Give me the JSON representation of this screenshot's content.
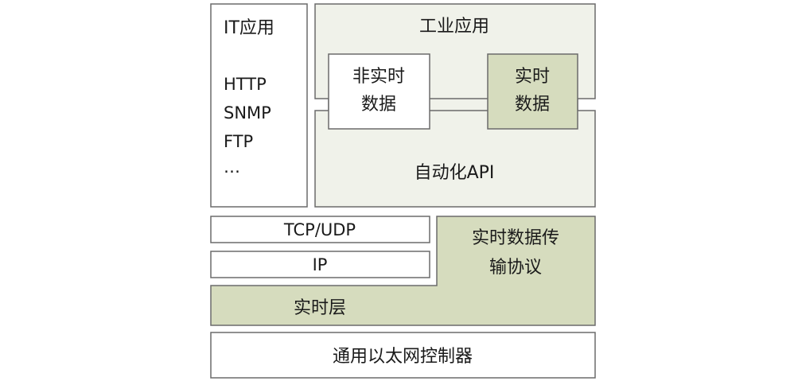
{
  "it_application": {
    "title": "IT应用",
    "protocols": [
      "HTTP",
      "SNMP",
      "FTP",
      "…"
    ]
  },
  "industrial_application": {
    "title": "工业应用",
    "non_realtime_data": [
      "非实时",
      "数据"
    ],
    "realtime_data": [
      "实时",
      "数据"
    ],
    "automation_api": "自动化API"
  },
  "tcp_udp": "TCP/UDP",
  "ip": "IP",
  "realtime_protocol": [
    "实时数据传",
    "输协议"
  ],
  "realtime_layer": "实时层",
  "ethernet_controller": "通用以太网控制器",
  "colors": {
    "border": "#6b6b6b",
    "light_fill": "#f0f2ea",
    "dark_fill": "#d6dcbe",
    "white": "#ffffff"
  }
}
